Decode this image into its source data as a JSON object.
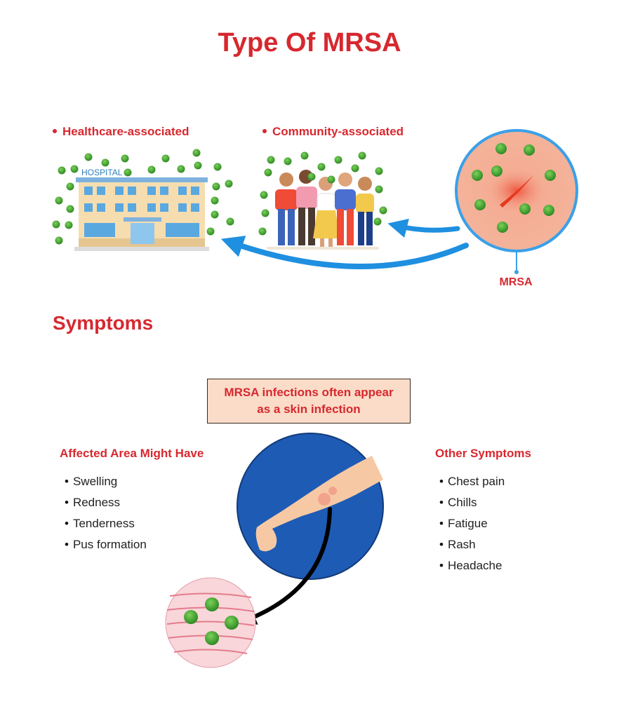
{
  "title": "Type Of MRSA",
  "types": {
    "healthcare": "Healthcare-associated",
    "community": "Community-associated",
    "hospital_sign": "HOSPITAL",
    "mrsa_label": "MRSA"
  },
  "symptoms": {
    "heading": "Symptoms",
    "callout": [
      "MRSA infections often appear",
      "as a skin infection"
    ],
    "affected": {
      "heading": "Affected Area Might Have",
      "items": [
        "Swelling",
        "Redness",
        "Tenderness",
        "Pus formation"
      ]
    },
    "other": {
      "heading": "Other Symptoms",
      "items": [
        "Chest pain",
        "Chills",
        "Fatigue",
        "Rash",
        "Headache"
      ]
    }
  },
  "colors": {
    "accent_red": "#d7282f",
    "bacteria_green": "#3c9a2c",
    "arrow_blue": "#1f8fe0",
    "circle_blue": "#1e5bb5"
  },
  "icons": [
    "hospital-icon",
    "people-group-icon",
    "bacteria-icon",
    "skin-wound-icon",
    "arm-icon"
  ]
}
